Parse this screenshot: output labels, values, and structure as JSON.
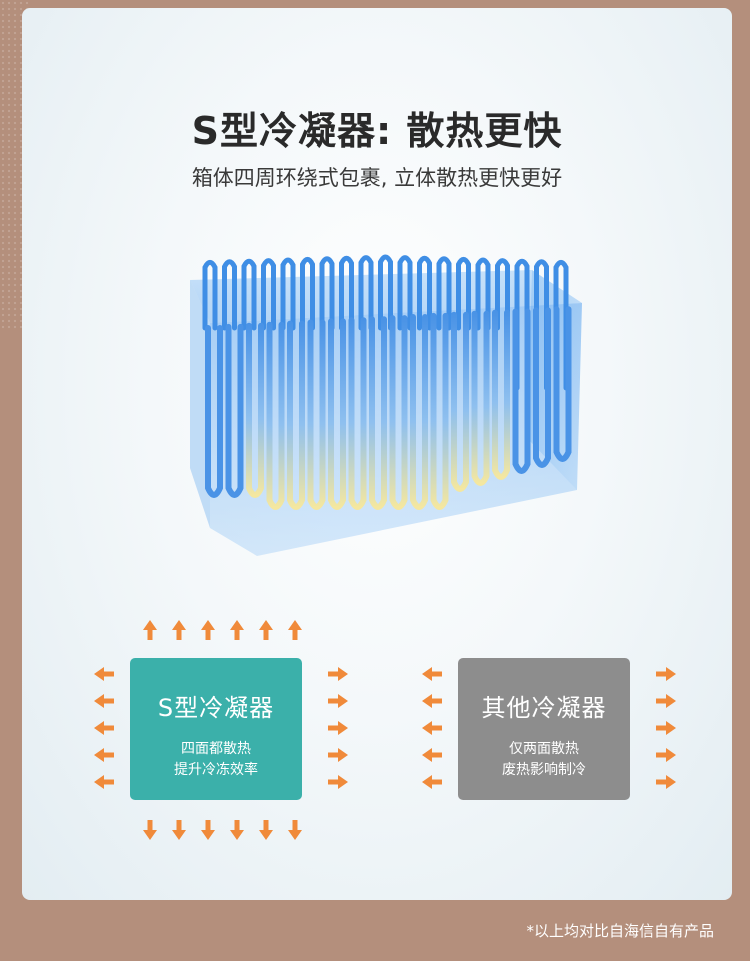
{
  "header": {
    "title": "S型冷凝器: 散热更快",
    "subtitle": "箱体四周环绕式包裹, 立体散热更快更好"
  },
  "comparison": {
    "s_condenser": {
      "name": "S型冷凝器",
      "line1": "四面都散热",
      "line2": "提升冷冻效率",
      "color": "#3bb0aa"
    },
    "other_condenser": {
      "name": "其他冷凝器",
      "line1": "仅两面散热",
      "line2": "废热影响制冷",
      "color": "#8d8d8d"
    },
    "arrow_color": "#f08a3a"
  },
  "footnote": "*以上均对比自海信自有产品"
}
